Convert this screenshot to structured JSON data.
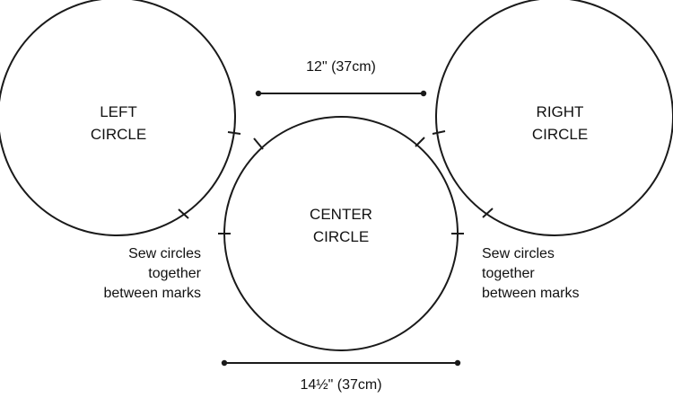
{
  "circles": {
    "left": {
      "line1": "LEFT",
      "line2": "CIRCLE"
    },
    "center": {
      "line1": "CENTER",
      "line2": "CIRCLE"
    },
    "right": {
      "line1": "RIGHT",
      "line2": "CIRCLE"
    }
  },
  "dimensions": {
    "top": "12\" (37cm)",
    "bottom": "14½\" (37cm)"
  },
  "notes": {
    "left": {
      "line1": "Sew circles",
      "line2": "together",
      "line3": "between marks"
    },
    "right": {
      "line1": "Sew circles",
      "line2": "together",
      "line3": "between marks"
    }
  },
  "colors": {
    "stroke": "#1a1a1a",
    "background": "#ffffff"
  }
}
